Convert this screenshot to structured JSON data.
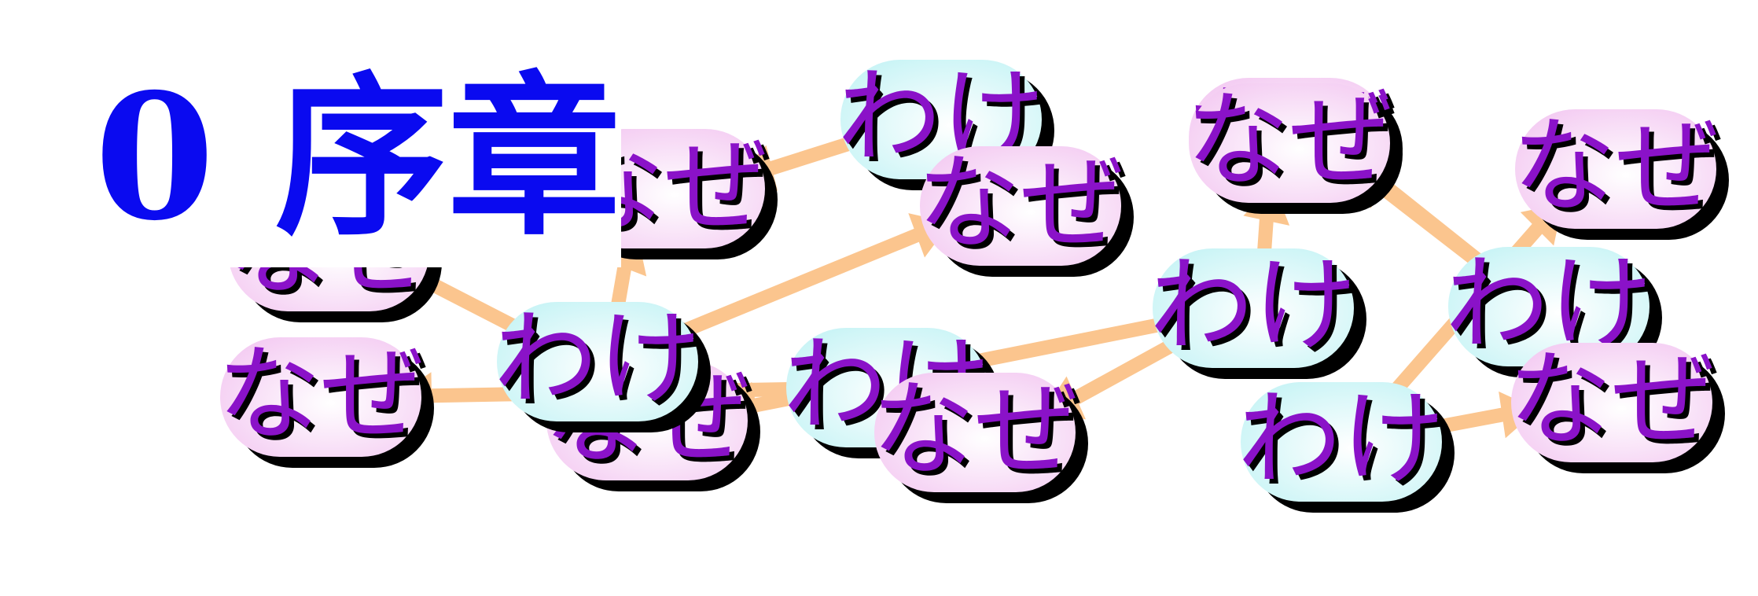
{
  "title": "0 序章",
  "nodes": [
    {
      "text": "なぜ",
      "kind": "naze"
    },
    {
      "text": "わけ",
      "kind": "wake"
    },
    {
      "text": "なぜ",
      "kind": "naze"
    },
    {
      "text": "なぜ",
      "kind": "naze"
    },
    {
      "text": "なぜ",
      "kind": "naze"
    },
    {
      "text": "なぜ",
      "kind": "naze"
    },
    {
      "text": "わけ",
      "kind": "wake"
    },
    {
      "text": "わけ",
      "kind": "wake"
    },
    {
      "text": "なぜ",
      "kind": "naze"
    },
    {
      "text": "わけ",
      "kind": "wake"
    },
    {
      "text": "なぜ",
      "kind": "naze"
    },
    {
      "text": "わけ",
      "kind": "wake"
    },
    {
      "text": "わけ",
      "kind": "wake"
    },
    {
      "text": "なぜ",
      "kind": "naze"
    },
    {
      "text": "なぜ",
      "kind": "naze"
    },
    {
      "text": "なぜ",
      "kind": "naze"
    }
  ],
  "edges": [
    {
      "from": 6,
      "to": 0
    },
    {
      "from": 6,
      "to": 2
    },
    {
      "from": 6,
      "to": 3
    },
    {
      "from": 1,
      "to": 2
    },
    {
      "from": 7,
      "to": 4
    },
    {
      "from": 7,
      "to": 8
    },
    {
      "from": 9,
      "to": 8
    },
    {
      "from": 9,
      "to": 5
    },
    {
      "from": 9,
      "to": 10
    },
    {
      "from": 11,
      "to": 10
    },
    {
      "from": 11,
      "to": 13
    },
    {
      "from": 12,
      "to": 14
    },
    {
      "from": 12,
      "to": 15
    }
  ],
  "colors": {
    "title": "#0a0af0",
    "label": "#8a12c8",
    "arrow": "#fbc58e",
    "shadow": "#000000",
    "naze_fill": "#f7d6f5",
    "wake_fill": "#d3f7f8"
  }
}
